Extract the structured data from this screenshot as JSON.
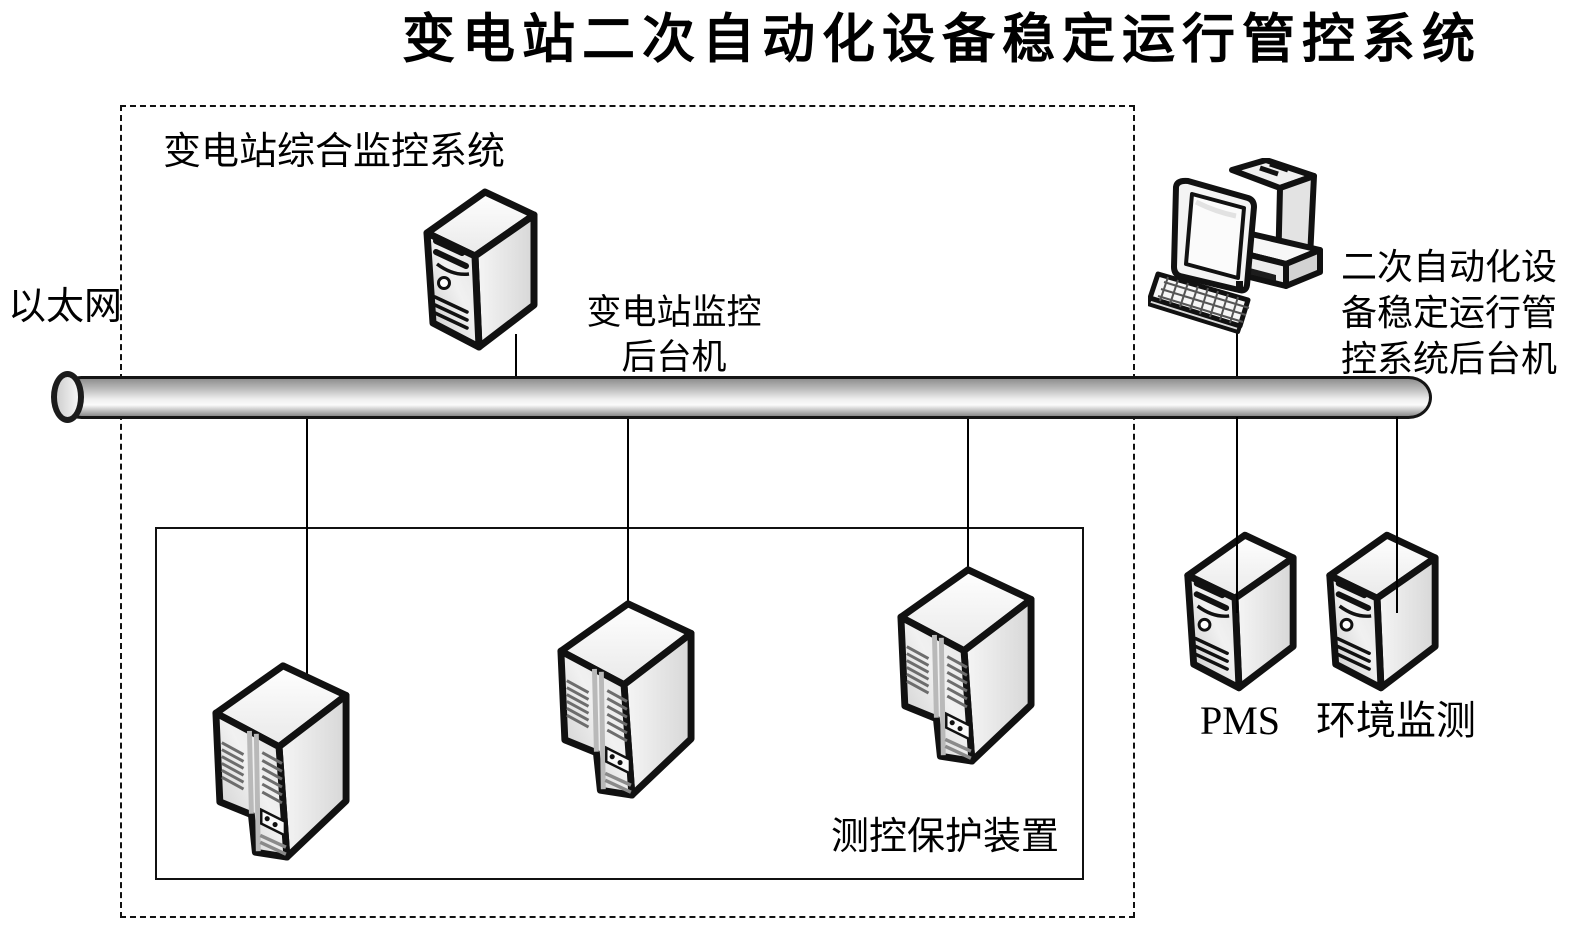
{
  "title": "变电站二次自动化设备稳定运行管控系统",
  "labels": {
    "ethernet": "以太网",
    "monitoring_system": "变电站综合监控系统",
    "backend_machine_line1": "变电站监控",
    "backend_machine_line2": "后台机",
    "control_backend_line1": "二次自动化设",
    "control_backend_line2": "备稳定运行管",
    "control_backend_line3": "控系统后台机",
    "protection_devices": "测控保护装置",
    "pms": "PMS",
    "env_monitoring": "环境监测"
  },
  "icons": {
    "tower_server": "3d-tower-pc-with-drive-bays-power-button-vents",
    "server_cabinet": "3d-dual-panel-server-cabinet-with-vents-and-control-panel",
    "desktop_computer": "crt-monitor-desktop-case-keyboard",
    "ethernet_bus": "gray-gradient-horizontal-pipe-with-open-left-end"
  },
  "connections": [
    {
      "from": "substation-monitoring-backend-server",
      "to": "ethernet-bus"
    },
    {
      "from": "ethernet-bus",
      "to": "protection-device-1"
    },
    {
      "from": "ethernet-bus",
      "to": "protection-device-2"
    },
    {
      "from": "ethernet-bus",
      "to": "protection-device-3"
    },
    {
      "from": "control-backend-computer",
      "to": "ethernet-bus"
    },
    {
      "from": "ethernet-bus",
      "to": "pms-server"
    },
    {
      "from": "ethernet-bus",
      "to": "env-monitoring-server"
    }
  ],
  "colors": {
    "outline": "#111111",
    "background": "#ffffff",
    "pipe_dark": "#8f8f8f",
    "pipe_light": "#fbfbfb",
    "fill_light": "#f4f4f4"
  }
}
